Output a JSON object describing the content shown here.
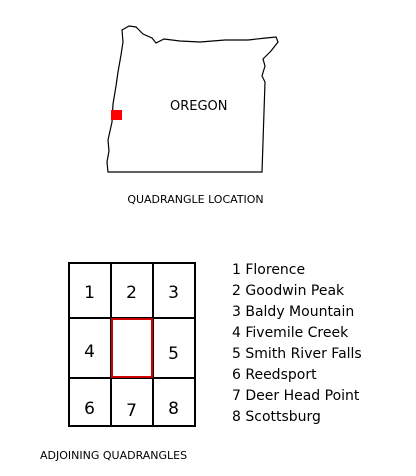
{
  "state": {
    "label": "OREGON",
    "caption": "QUADRANGLE LOCATION",
    "marker_color": "#ff0000"
  },
  "quadrangles": {
    "caption": "ADJOINING QUADRANGLES",
    "highlight_color": "#cc0000",
    "cells": [
      "1",
      "2",
      "3",
      "4",
      "5",
      "6",
      "7",
      "8"
    ],
    "legend": [
      "1 Florence",
      "2 Goodwin Peak",
      "3 Baldy Mountain",
      "4 Fivemile Creek",
      "5 Smith River Falls",
      "6 Reedsport",
      "7 Deer Head Point",
      "8 Scottsburg"
    ]
  }
}
